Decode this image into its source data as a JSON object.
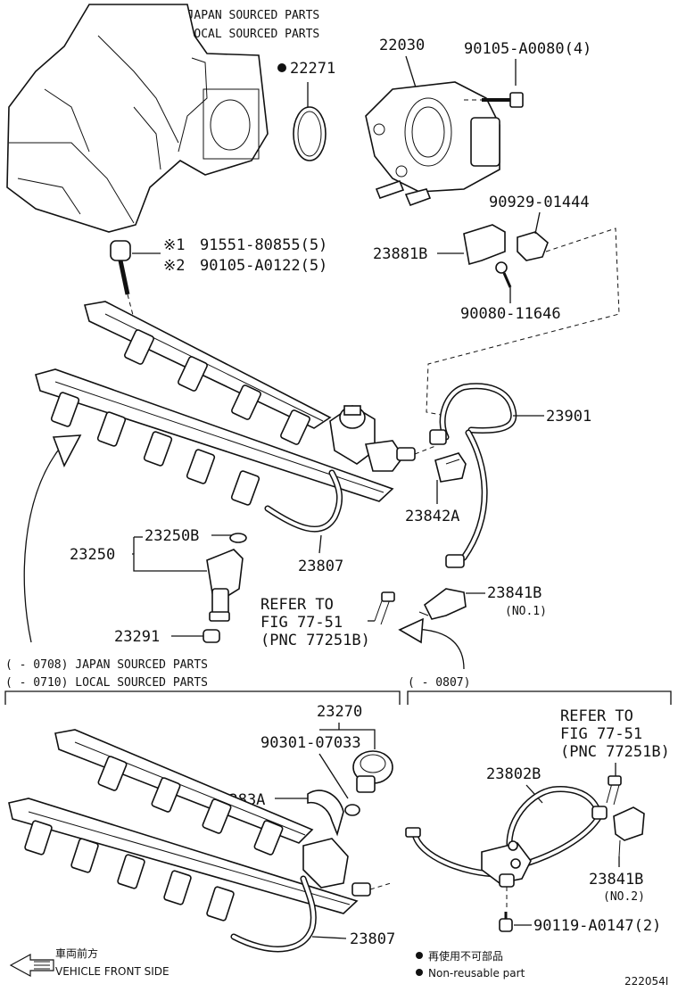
{
  "notes": {
    "japan": "※1 JAPAN SOURCED PARTS",
    "local": "※2 LOCAL SOURCED PARTS"
  },
  "parts": {
    "p22030": "22030",
    "p22271": "22271",
    "p90105a0080": "90105-A0080(4)",
    "p91551": "91551-80855(5)",
    "p90105a0122": "90105-A0122(5)",
    "p90929": "90929-01444",
    "p23881b": "23881B",
    "p90080": "90080-11646",
    "p23901": "23901",
    "p23842a": "23842A",
    "p23250b": "23250B",
    "p23250": "23250",
    "p23807a": "23807",
    "p23291": "23291",
    "p23841b_1": "23841B",
    "p23841b_1_sub": "(NO.1)",
    "p23270": "23270",
    "p90301": "90301-07033",
    "p23283a": "23283A",
    "p23807b": "23807",
    "p23802b": "23802B",
    "p23841b_2": "23841B",
    "p23841b_2_sub": "(NO.2)",
    "p90119": "90119-A0147(2)"
  },
  "marks": {
    "m1a": "※1",
    "m2a": "※2"
  },
  "refer1": {
    "line1": "REFER TO",
    "line2": "FIG 77-51",
    "line3": "(PNC 77251B)"
  },
  "refer2": {
    "line1": "REFER TO",
    "line2": "FIG 77-51",
    "line3": "(PNC 77251B)"
  },
  "sections": {
    "left_a": "(     - 0708) JAPAN SOURCED PARTS",
    "left_b": "(     - 0710) LOCAL SOURCED PARTS",
    "right": "(     - 0807)"
  },
  "footer": {
    "vehicle_jp": "車両前方",
    "vehicle_en": "VEHICLE FRONT SIDE",
    "legend_jp": "再使用不可部品",
    "legend_en": "Non-reusable part",
    "diagram_id": "222054I"
  }
}
